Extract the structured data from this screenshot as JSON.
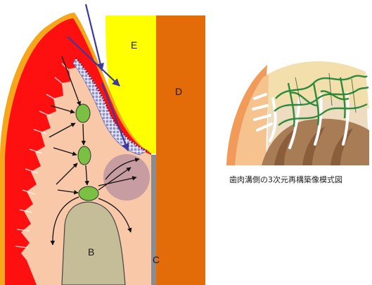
{
  "labels": {
    "E": "E",
    "D": "D",
    "B": "B",
    "C": "C"
  },
  "caption": "歯肉溝側の3次元再構築像模式図",
  "colors": {
    "enamel": "#ffff00",
    "dentin": "#e36c09",
    "cementum": "#8c8c8c",
    "bone": "#c4bd97",
    "connective_tissue": "#f8c8a8",
    "epithelium": "#ff1010",
    "keratin": "#f7a51a",
    "vessel": "#7ac143",
    "arrow": "#3a3aa0"
  }
}
